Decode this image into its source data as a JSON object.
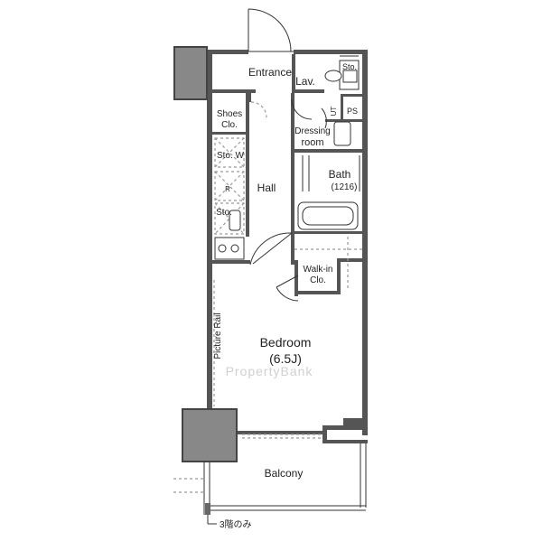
{
  "plan": {
    "rooms": {
      "entrance": "Entrance",
      "lav": "Lav.",
      "sto_top": "Sto.",
      "ut": "UT",
      "ps": "PS",
      "shoes_line1": "Shoes",
      "shoes_line2": "Clo.",
      "dressing_line1": "Dressing",
      "dressing_line2": "room",
      "sto_w": "Sto. W",
      "r": "R",
      "sto_lower": "Sto.",
      "hall": "Hall",
      "bath": "Bath",
      "bath_size": "(1216)",
      "walkin_line1": "Walk-in",
      "walkin_line2": "Clo.",
      "bedroom": "Bedroom",
      "bedroom_size": "(6.5J)",
      "picture_rail": "Picture Rail",
      "balcony": "Balcony",
      "floor_note": "3階のみ"
    },
    "watermark": "PropertyBank"
  }
}
